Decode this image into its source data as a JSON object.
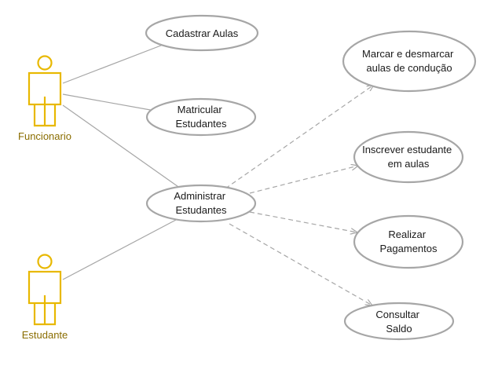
{
  "colors": {
    "actor": "#e8b800",
    "actor_label": "#8a6d00",
    "ellipse_stroke": "#a6a6a6",
    "line": "#a6a6a6"
  },
  "actors": {
    "funcionario": {
      "label": "Funcionario",
      "icon": "stick-figure"
    },
    "estudante": {
      "label": "Estudante",
      "icon": "stick-figure"
    }
  },
  "use_cases": {
    "cadastrar_aulas": {
      "lines": [
        "Cadastrar Aulas"
      ]
    },
    "matricular_estudantes": {
      "lines": [
        "Matricular",
        "Estudantes"
      ]
    },
    "administrar_estudantes": {
      "lines": [
        "Administrar",
        "Estudantes"
      ]
    },
    "marcar_desmarcar": {
      "lines": [
        "Marcar e desmarcar",
        "aulas de condução"
      ]
    },
    "inscrever_estudante": {
      "lines": [
        "Inscrever estudante",
        "em aulas"
      ]
    },
    "realizar_pagamentos": {
      "lines": [
        "Realizar",
        "Pagamentos"
      ]
    },
    "consultar_saldo": {
      "lines": [
        "Consultar",
        "Saldo"
      ]
    }
  }
}
